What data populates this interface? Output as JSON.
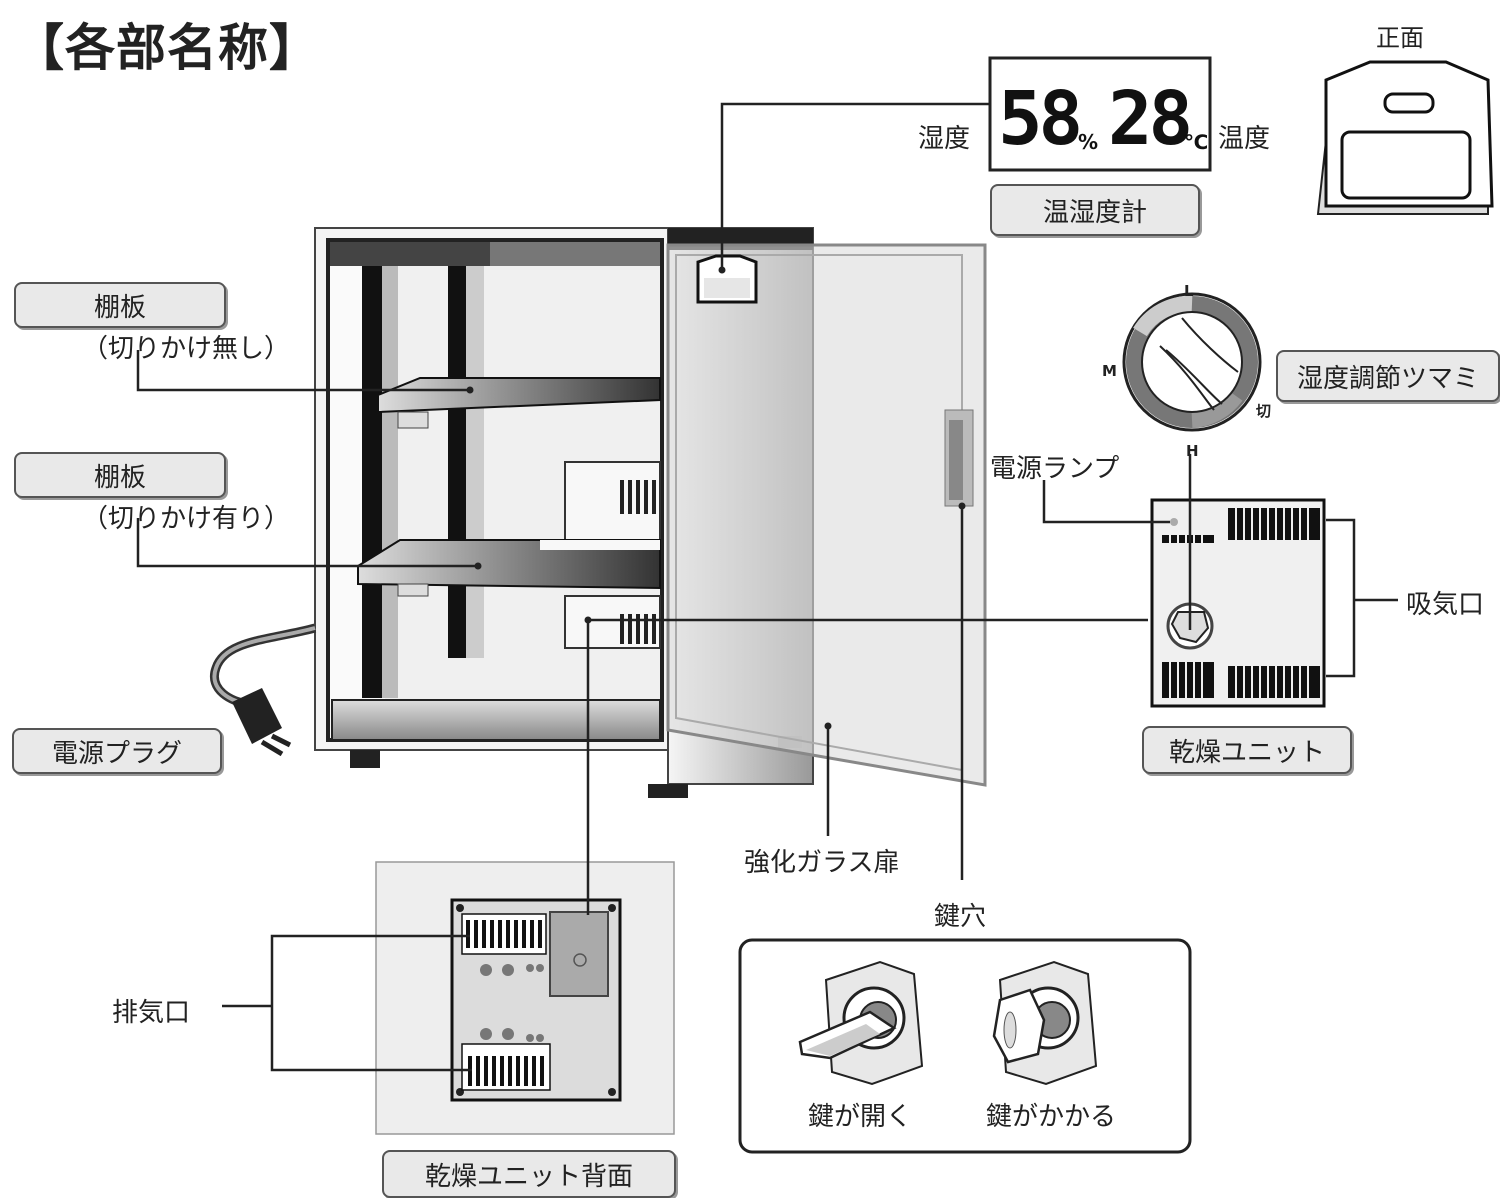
{
  "title": "【各部名称】",
  "front_label": "正面",
  "thermo_hygrometer": {
    "humidity_value": "58",
    "humidity_unit": "%",
    "temperature_value": "28",
    "temperature_unit": "℃",
    "left_label": "湿度",
    "right_label": "温度",
    "name": "温湿度計"
  },
  "labels": {
    "shelf_1": "棚板",
    "shelf_1_note": "（切りかけ無し）",
    "shelf_2": "棚板",
    "shelf_2_note": "（切りかけ有り）",
    "power_plug": "電源プラグ",
    "humidity_knob": "湿度調節ツマミ",
    "power_lamp": "電源ランプ",
    "air_intake": "吸気口",
    "drying_unit": "乾燥ユニット",
    "glass_door": "強化ガラス扉",
    "keyhole": "鍵穴",
    "exhaust": "排気口",
    "drying_unit_back": "乾燥ユニット背面",
    "key_open": "鍵が開く",
    "key_locked": "鍵がかかる"
  },
  "dial_marks": {
    "low": "L",
    "mid": "M",
    "high": "H",
    "off": "切"
  }
}
